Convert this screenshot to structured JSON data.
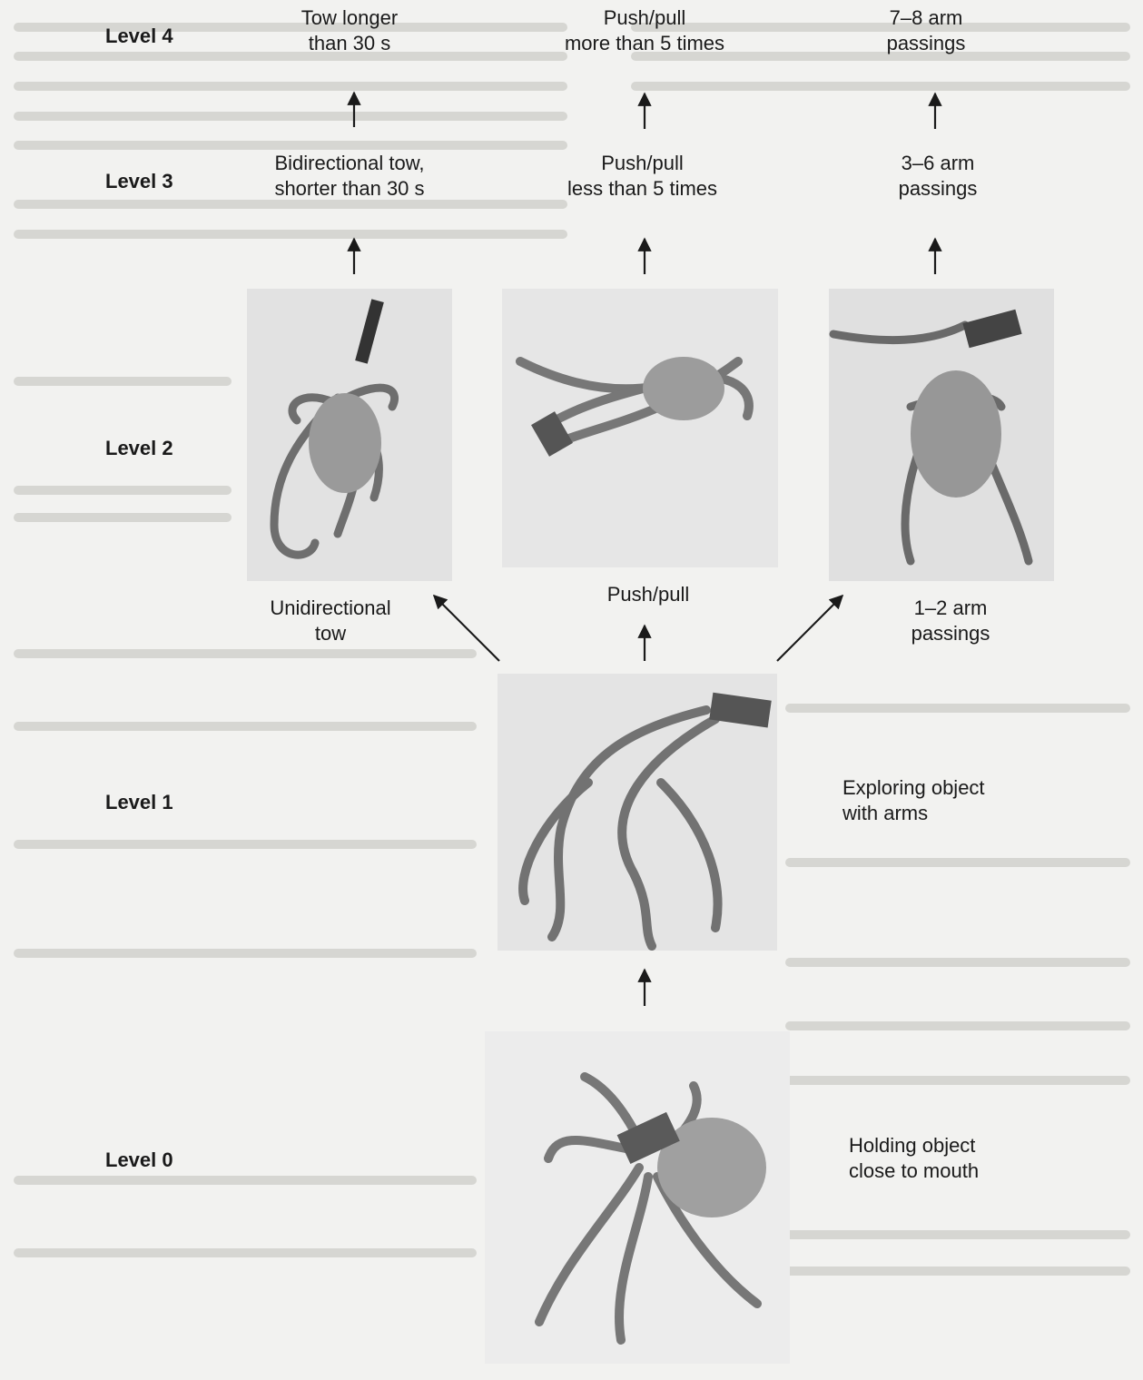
{
  "levels": {
    "l4": "Level 4",
    "l3": "Level 3",
    "l2": "Level 2",
    "l1": "Level 1",
    "l0": "Level 0"
  },
  "labels": {
    "tow_long": [
      "Tow longer",
      "than 30 s"
    ],
    "push_more": [
      "Push/pull",
      "more than 5 times"
    ],
    "arm_78": [
      "7–8 arm",
      "passings"
    ],
    "tow_bi": [
      "Bidirectional tow,",
      "shorter than 30 s"
    ],
    "push_less": [
      "Push/pull",
      "less than 5 times"
    ],
    "arm_36": [
      "3–6 arm",
      "passings"
    ],
    "tow_uni": [
      "Unidirectional",
      "tow"
    ],
    "push": [
      "Push/pull"
    ],
    "arm_12": [
      "1–2 arm",
      "passings"
    ],
    "exploring": [
      "Exploring object",
      "with arms"
    ],
    "holding": [
      "Holding object",
      "close to mouth"
    ]
  },
  "photos": {
    "tow": "octopus-towing-photo",
    "pushpull": "octopus-pushpull-photo",
    "passing": "octopus-arm-passing-photo",
    "exploring": "octopus-exploring-photo",
    "holding": "octopus-holding-photo"
  },
  "colors": {
    "background": "#f2f2f0",
    "text": "#1a1a1a",
    "photo_bg": "#dcdcdc",
    "octopus": "#7a7a7a"
  }
}
